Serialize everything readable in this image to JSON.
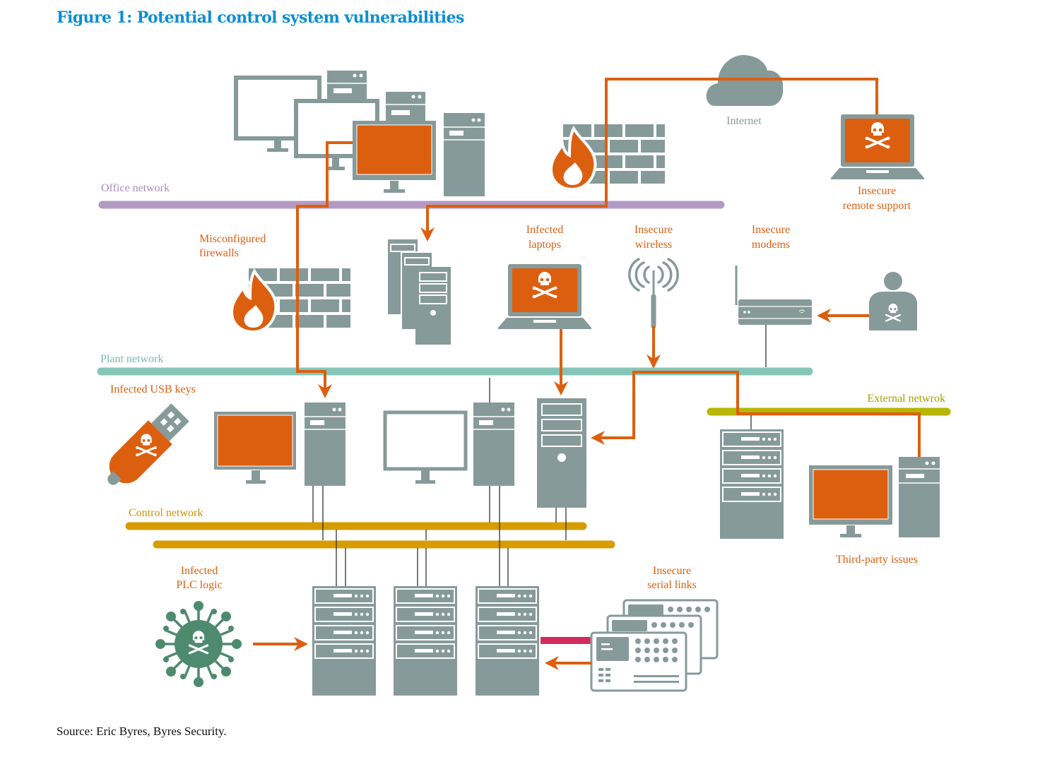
{
  "title": "Figure 1: Potential control system vulnerabilities",
  "source": "Source: Eric Byres, Byres Security.",
  "colors": {
    "title": "#0b8fd3",
    "threat_orange": "#dc5f10",
    "device_gray": "#879a9a",
    "office_network": "#b39ac4",
    "plant_network": "#86c6b9",
    "control_network": "#d69c00",
    "external_network": "#b7b600",
    "serial_link": "#d42b5c",
    "virus_green": "#4e8a6e"
  },
  "networks": {
    "office": "Office network",
    "plant": "Plant network",
    "control": "Control network",
    "external": "External netwrok"
  },
  "labels": {
    "internet": "Internet",
    "remote_support": [
      "Insecure",
      "remote support"
    ],
    "misconfigured_firewalls": [
      "Misconfigured",
      "firewalls"
    ],
    "infected_laptops": [
      "Infected",
      "laptops"
    ],
    "insecure_wireless": [
      "Insecure",
      "wireless"
    ],
    "insecure_modems": [
      "Insecure",
      "modems"
    ],
    "infected_usb": "Infected USB keys",
    "third_party": "Third-party issues",
    "infected_plc": [
      "Infected",
      "PLC logic"
    ],
    "serial_links": [
      "Insecure",
      "serial links"
    ]
  },
  "icons": [
    "monitor-icon",
    "server-icon",
    "tower-pc-icon",
    "firewall-icon",
    "fire-icon",
    "cloud-icon",
    "laptop-skull-icon",
    "wireless-antenna-icon",
    "modem-icon",
    "hacker-icon",
    "usb-key-icon",
    "plc-rack-icon",
    "virus-icon",
    "serial-panel-icon"
  ]
}
